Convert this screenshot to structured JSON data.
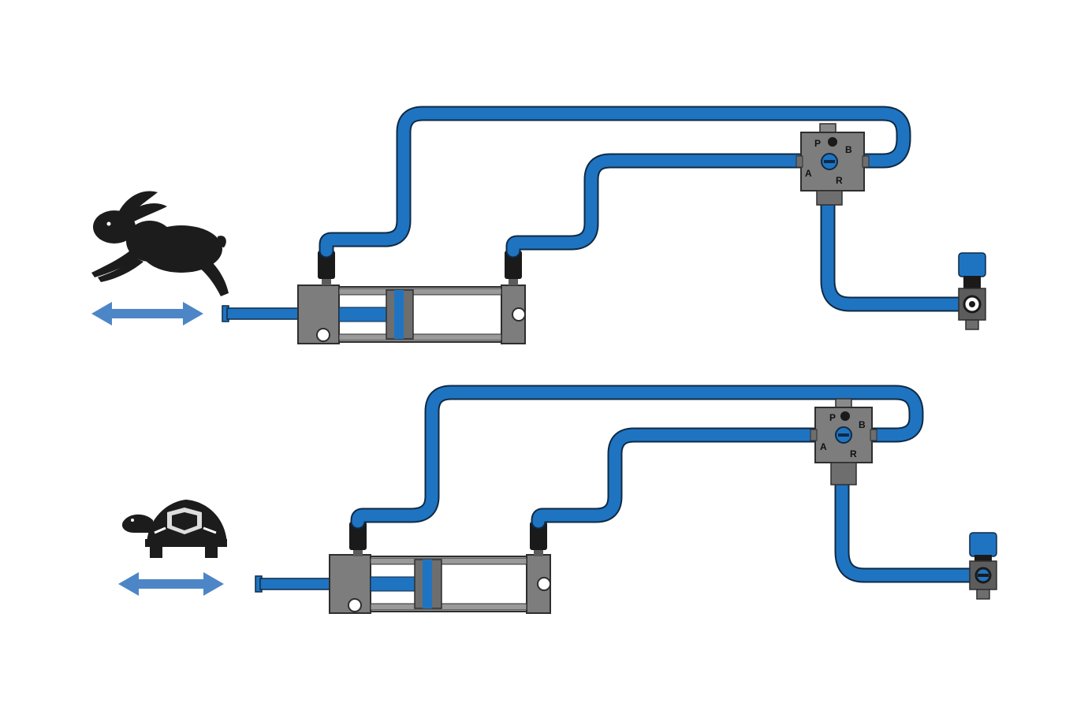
{
  "colors": {
    "tube": "#1f74c1",
    "tube_outline": "#0f2a45",
    "metal": "#7d7d7d",
    "metal_dark": "#5c5c5c",
    "fitting": "#1a1a1a",
    "arrow": "#4d86c6",
    "animal": "#1c1c1c"
  },
  "icons": {
    "fast": "rabbit-icon",
    "slow": "tortoise-icon",
    "motion": "double-headed-arrow-icon"
  },
  "systems": [
    {
      "name": "fast",
      "valve_ports": {
        "p": "P",
        "b": "B",
        "a": "A",
        "r": "R"
      }
    },
    {
      "name": "slow",
      "valve_ports": {
        "p": "P",
        "b": "B",
        "a": "A",
        "r": "R"
      }
    }
  ]
}
